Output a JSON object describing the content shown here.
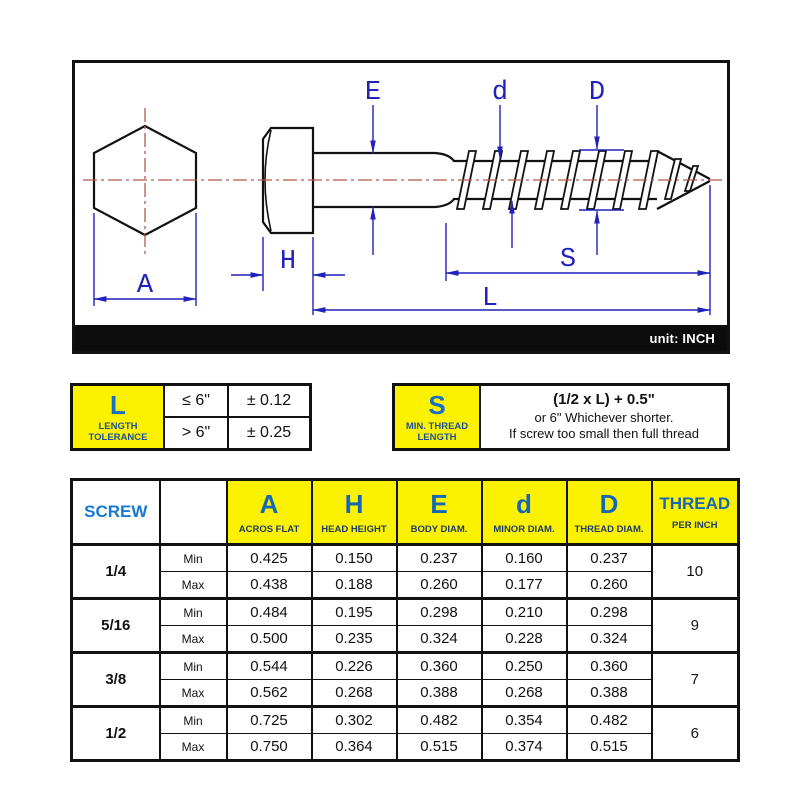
{
  "diagram": {
    "unit_note": "unit: INCH",
    "dim_labels": {
      "across_flats": "A",
      "head_height": "H",
      "body_diam": "E",
      "minor_diam": "d",
      "thread_diam": "D",
      "thread_length": "S",
      "overall_length": "L"
    }
  },
  "tolerance_table": {
    "symbol": "L",
    "caption_line1": "LENGTH",
    "caption_line2": "TOLERANCE",
    "rows": [
      {
        "condition": "≤ 6\"",
        "tolerance": "± 0.12"
      },
      {
        "condition": "> 6\"",
        "tolerance": "± 0.25"
      }
    ]
  },
  "thread_note": {
    "symbol": "S",
    "caption_line1": "MIN. THREAD",
    "caption_line2": "LENGTH",
    "formula": "(1/2 x L) + 0.5\"",
    "line2": "or 6\" Whichever shorter.",
    "line3": "If screw too small then full thread"
  },
  "spec_table": {
    "screw_header": "SCREW",
    "min_label": "Min",
    "max_label": "Max",
    "columns": [
      {
        "symbol": "A",
        "name": "ACROS FLAT"
      },
      {
        "symbol": "H",
        "name": "HEAD HEIGHT"
      },
      {
        "symbol": "E",
        "name": "BODY DIAM."
      },
      {
        "symbol": "d",
        "name": "MINOR DIAM."
      },
      {
        "symbol": "D",
        "name": "THREAD DIAM."
      },
      {
        "symbol": "THREAD",
        "name": "PER INCH"
      }
    ],
    "rows": [
      {
        "size": "1/4",
        "min": [
          "0.425",
          "0.150",
          "0.237",
          "0.160",
          "0.237"
        ],
        "max": [
          "0.438",
          "0.188",
          "0.260",
          "0.177",
          "0.260"
        ],
        "thread_per_inch": "10"
      },
      {
        "size": "5/16",
        "min": [
          "0.484",
          "0.195",
          "0.298",
          "0.210",
          "0.298"
        ],
        "max": [
          "0.500",
          "0.235",
          "0.324",
          "0.228",
          "0.324"
        ],
        "thread_per_inch": "9"
      },
      {
        "size": "3/8",
        "min": [
          "0.544",
          "0.226",
          "0.360",
          "0.250",
          "0.360"
        ],
        "max": [
          "0.562",
          "0.268",
          "0.388",
          "0.268",
          "0.388"
        ],
        "thread_per_inch": "7"
      },
      {
        "size": "1/2",
        "min": [
          "0.725",
          "0.302",
          "0.482",
          "0.354",
          "0.482"
        ],
        "max": [
          "0.750",
          "0.364",
          "0.515",
          "0.374",
          "0.515"
        ],
        "thread_per_inch": "6"
      }
    ]
  },
  "colors": {
    "table_yellow": "#fcf200",
    "header_blue": "#1467b6",
    "sublabel_navy": "#1c3a6e",
    "dimension_blue": "#2121bc",
    "centerline_red": "#b05a48",
    "outline_black": "#111111",
    "unitbar_black": "#0c0c0c"
  }
}
